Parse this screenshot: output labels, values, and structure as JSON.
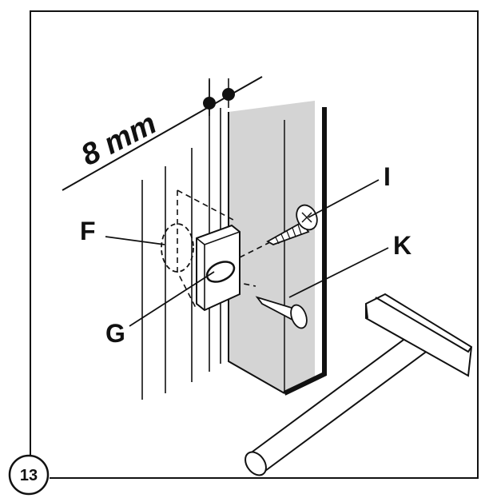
{
  "dimension": {
    "text": "8 mm"
  },
  "labels": {
    "f": "F",
    "g": "G",
    "i": "I",
    "k": "K"
  },
  "step": {
    "number": "13"
  },
  "colors": {
    "line": "#111111",
    "post_fill": "#d4d4d4",
    "background": "#ffffff"
  }
}
